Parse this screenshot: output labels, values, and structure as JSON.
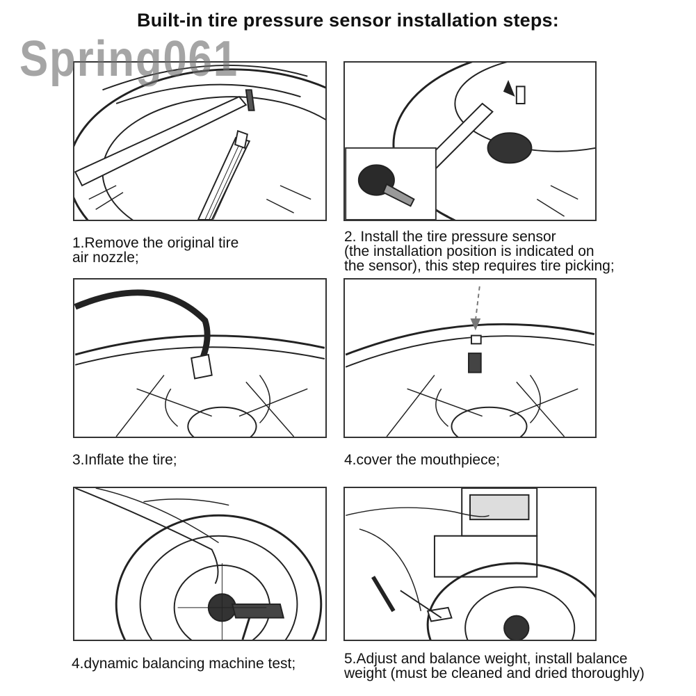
{
  "title": "Built-in tire pressure sensor installation steps:",
  "watermark": "Spring061",
  "steps": [
    {
      "lines": [
        "1.Remove the original tire",
        "air nozzle;"
      ]
    },
    {
      "lines": [
        "2. Install the tire pressure sensor",
        "(the installation position is indicated on",
        "the sensor), this step requires tire picking;"
      ]
    },
    {
      "lines": [
        "3.Inflate the tire;"
      ]
    },
    {
      "lines": [
        "4.cover the mouthpiece;"
      ]
    },
    {
      "lines": [
        "4.dynamic balancing machine test;"
      ]
    },
    {
      "lines": [
        "5.Adjust and balance weight, install balance",
        "weight (must be cleaned and dried thoroughly)"
      ]
    }
  ]
}
